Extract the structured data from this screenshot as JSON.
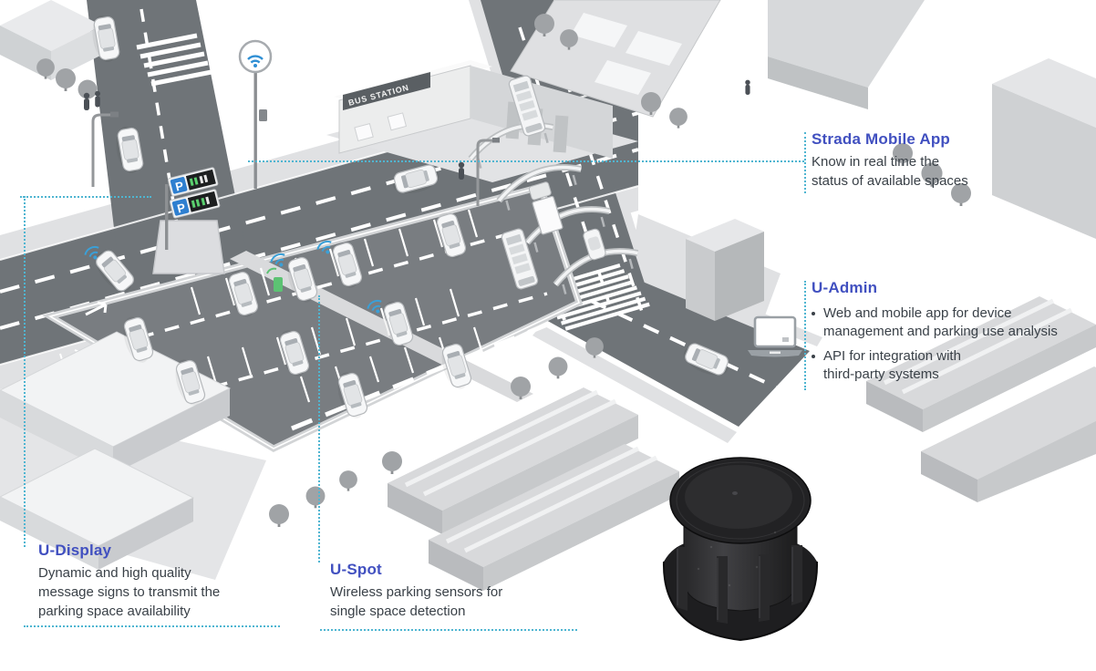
{
  "annotations": {
    "strada": {
      "title": "Strada Mobile App",
      "desc_line1": "Know in real time the",
      "desc_line2": "status of available spaces"
    },
    "uadmin": {
      "title": "U-Admin",
      "bullet1_line1": "Web and mobile app for device",
      "bullet1_line2": "management and parking use analysis",
      "bullet2_line1": "API for integration with",
      "bullet2_line2": "third-party systems"
    },
    "udisplay": {
      "title": "U-Display",
      "desc_line1": "Dynamic and high quality",
      "desc_line2": "message signs to transmit the",
      "desc_line3": "parking space availability"
    },
    "uspot": {
      "title": "U-Spot",
      "desc_line1": "Wireless parking sensors for",
      "desc_line2": "single space detection"
    }
  },
  "illustration": {
    "bus_station_sign": "BUS STATION",
    "parking_sign_letter": "P"
  },
  "colors": {
    "title_blue": "#4150c0",
    "body_text": "#3a4148",
    "dotted_teal": "#4fb5d1",
    "road_gray": "#6f7478",
    "lot_gray": "#797d81",
    "sidewalk_gray": "#dfe0e2",
    "wifi_blue": "#2f8fd4",
    "sensor_arc_blue": "#3aa0d8",
    "green_station": "#5cc273"
  }
}
